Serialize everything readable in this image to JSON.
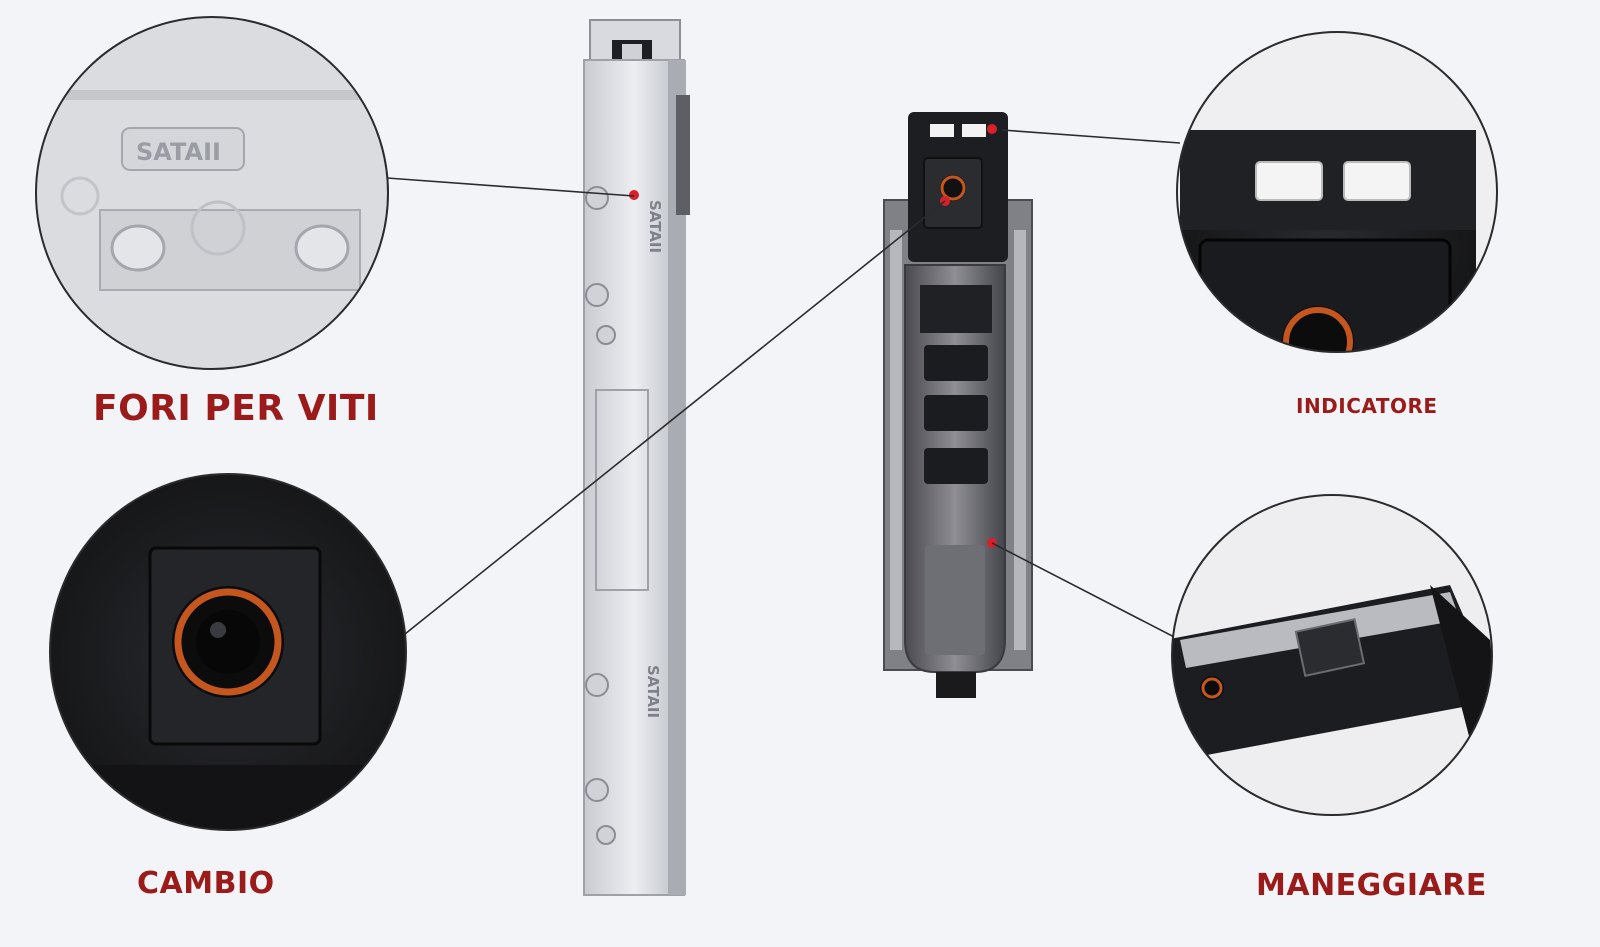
{
  "callouts": {
    "screw_holes": {
      "label": "FORI PER VITI",
      "detail_text": "SATAII"
    },
    "indicator": {
      "label": "INDICATORE"
    },
    "switch": {
      "label": "CAMBIO"
    },
    "handle": {
      "label": "MANEGGIARE"
    }
  },
  "rail_stamp": "SATAII",
  "colors": {
    "label": "#9b1a1a",
    "marker": "#d8202a",
    "orange_ring": "#c4561e",
    "background": "#f3f4f7"
  }
}
